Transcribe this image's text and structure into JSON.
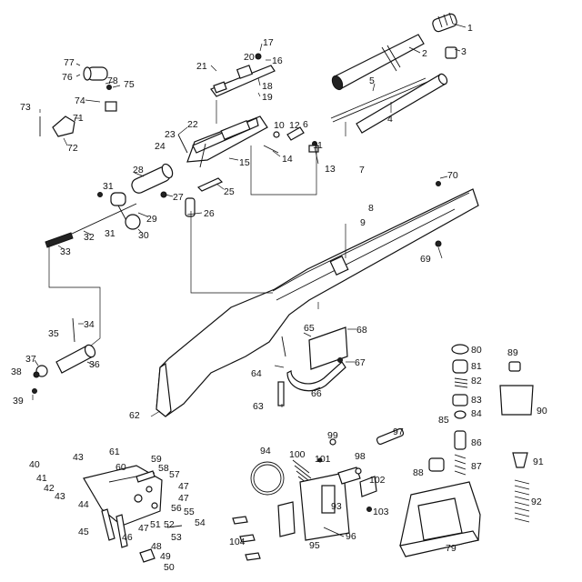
{
  "diagram": {
    "labels": [
      "1",
      "2",
      "3",
      "4",
      "5",
      "6",
      "7",
      "8",
      "9",
      "10",
      "11",
      "12",
      "13",
      "14",
      "15",
      "16",
      "17",
      "18",
      "19",
      "20",
      "21",
      "22",
      "23",
      "24",
      "25",
      "26",
      "27",
      "28",
      "29",
      "30",
      "31",
      "31",
      "32",
      "33",
      "34",
      "35",
      "36",
      "37",
      "38",
      "39",
      "40",
      "41",
      "42",
      "43",
      "43",
      "44",
      "45",
      "46",
      "47",
      "47",
      "47",
      "48",
      "49",
      "50",
      "51",
      "52",
      "53",
      "54",
      "55",
      "56",
      "57",
      "58",
      "59",
      "60",
      "61",
      "62",
      "63",
      "64",
      "65",
      "66",
      "67",
      "68",
      "69",
      "70",
      "71",
      "72",
      "73",
      "74",
      "75",
      "76",
      "77",
      "78",
      "79",
      "80",
      "81",
      "82",
      "83",
      "84",
      "85",
      "86",
      "87",
      "88",
      "89",
      "90",
      "91",
      "92",
      "93",
      "94",
      "95",
      "96",
      "97",
      "98",
      "99",
      "100",
      "101",
      "102",
      "103",
      "104"
    ]
  }
}
